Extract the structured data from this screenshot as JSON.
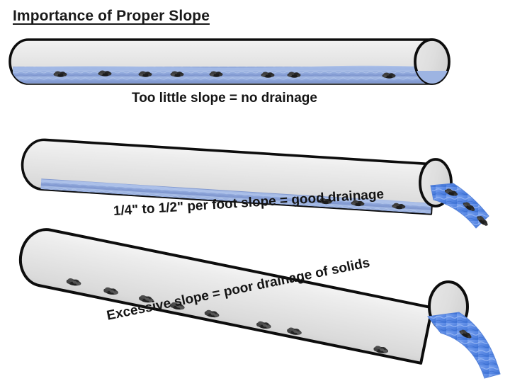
{
  "title": "Importance of Proper Slope",
  "background_color": "#ffffff",
  "palette": {
    "pipe_fill_light": "#f2f2f2",
    "pipe_fill_mid": "#e2e2e2",
    "pipe_fill_dark": "#d4d4d4",
    "pipe_outline": "#0d0d0d",
    "water_blue": "#8ea9dd",
    "water_blue_bright": "#5f8fe8",
    "water_blue_deep": "#3f74d6",
    "solids_dark": "#2b2b2b",
    "text_color": "#141414"
  },
  "scenarios": [
    {
      "id": "too-little-slope",
      "caption": "Too little slope = no drainage",
      "slope_degrees": 0,
      "slope_description": "level / no fall",
      "water_state": "standing water fills pipe bottom, no outflow",
      "solids_count": 8,
      "outflow": false
    },
    {
      "id": "good-slope",
      "caption": "1/4\" to 1/2\" per foot slope = good drainage",
      "slope_degrees": 3.6,
      "slope_description": "1/4 inch to 1/2 inch per foot",
      "water_state": "thin moving water layer carrying solids out the end",
      "solids_count": 3,
      "outflow": true,
      "outflow_solids": 4
    },
    {
      "id": "excessive-slope",
      "caption": "Excessive slope = poor drainage of solids",
      "slope_degrees": 11.5,
      "slope_description": "excessive fall",
      "water_state": "water runs ahead of solids, solids stranded dry on pipe floor",
      "solids_count": 8,
      "outflow": true,
      "outflow_solids": 1
    }
  ],
  "icons": {
    "pipe": "pipe-cylinder",
    "end_cap": "pipe-end-ellipse",
    "water": "water-flow",
    "solids": "waste-solids"
  }
}
